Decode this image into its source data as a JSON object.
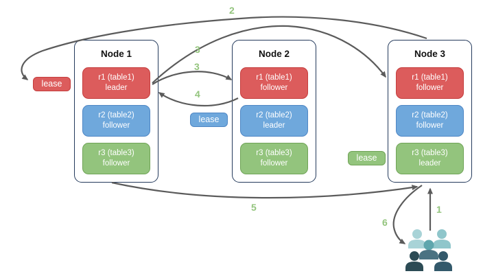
{
  "nodes": [
    {
      "title": "Node 1",
      "replicas": [
        {
          "name": "r1 (table1)",
          "role": "leader",
          "color": "red"
        },
        {
          "name": "r2 (table2)",
          "role": "follower",
          "color": "blue"
        },
        {
          "name": "r3 (table3)",
          "role": "follower",
          "color": "green"
        }
      ]
    },
    {
      "title": "Node 2",
      "replicas": [
        {
          "name": "r1 (table1)",
          "role": "follower",
          "color": "red"
        },
        {
          "name": "r2 (table2)",
          "role": "leader",
          "color": "blue"
        },
        {
          "name": "r3 (table3)",
          "role": "follower",
          "color": "green"
        }
      ]
    },
    {
      "title": "Node 3",
      "replicas": [
        {
          "name": "r1 (table1)",
          "role": "follower",
          "color": "red"
        },
        {
          "name": "r2 (table2)",
          "role": "follower",
          "color": "blue"
        },
        {
          "name": "r3 (table3)",
          "role": "leader",
          "color": "green"
        }
      ]
    }
  ],
  "leases": {
    "red": {
      "label": "lease"
    },
    "blue": {
      "label": "lease"
    },
    "green": {
      "label": "lease"
    }
  },
  "flow_labels": {
    "step1": "1",
    "step2": "2",
    "step3a": "3",
    "step3b": "3",
    "step4": "4",
    "step5": "5",
    "step6": "6"
  },
  "icons": {
    "users_group": "users-group-icon"
  },
  "colors": {
    "red_fill": "#dc5c5c",
    "red_border": "#c43d3d",
    "blue_fill": "#6fa8dc",
    "blue_border": "#4e86c4",
    "green_fill": "#93c47d",
    "green_border": "#6fa356",
    "node_border": "#23395b",
    "arrow": "#5b5b5b",
    "step_label": "#93c47d",
    "users_light_teal": "#a8d3d7",
    "users_medium_teal": "#5ea6ad",
    "users_dark_slate": "#2c4b55",
    "users_dark_blue": "#33596b"
  }
}
